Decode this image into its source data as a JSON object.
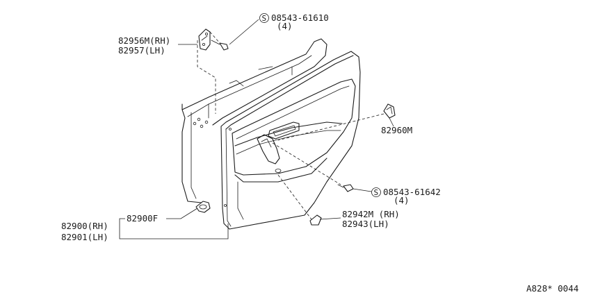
{
  "diagram": {
    "labels": {
      "bracket_rh": "82956M(RH)",
      "bracket_lh": "82957(LH)",
      "screw_top_part": "08543-61610",
      "screw_top_qty": "(4)",
      "screw_symbol": "S",
      "clip_part": "82960M",
      "screw_mid_part": "08543-61642",
      "screw_mid_qty": "(4)",
      "cover_rh": "82942M (RH)",
      "cover_lh": "82943(LH)",
      "fastener_part": "82900F",
      "trim_rh": "82900(RH)",
      "trim_lh": "82901(LH)",
      "ref_code": "A828* 0044"
    }
  }
}
